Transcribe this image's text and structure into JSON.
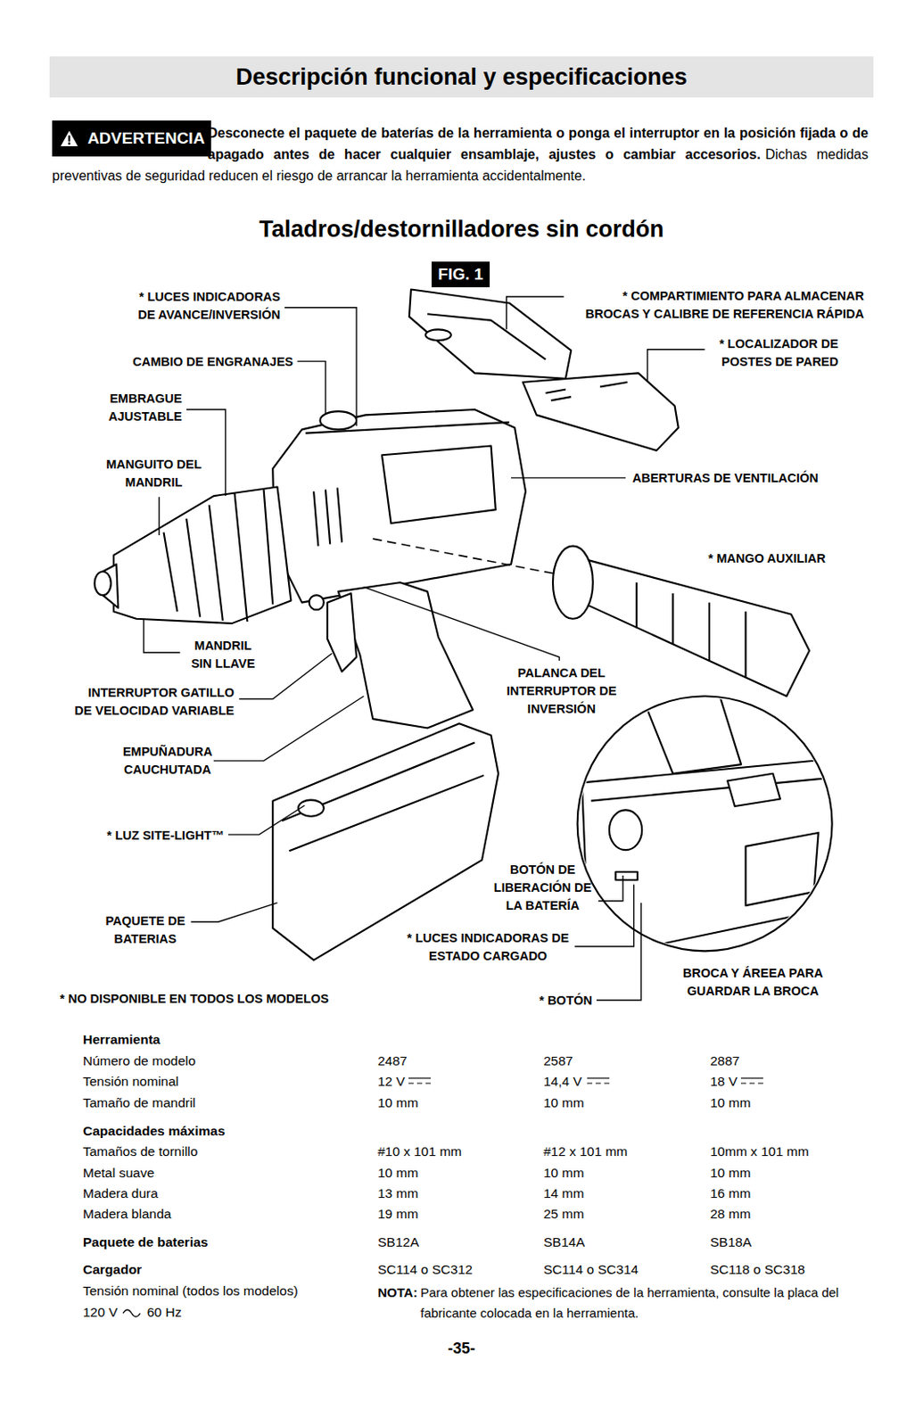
{
  "diagram": {
    "title": "Descripción funcional y especificaciones",
    "nodes": [
      {
        "text": [
          "ADVERTENCIA"
        ]
      },
      {
        "text": [
          "FIG. 1"
        ]
      }
    ],
    "labels": [
      "Desconecte el paquete de baterías de la herramienta o ponga el interruptor en la posición fijada o de apagado antes de hacer cualquier ensamblaje, ajustes o cambiar accesorios.",
      "Dichas medidas preventivas de seguridad reducen el riesgo de arrancar la herramienta accidentalmente.",
      "Taladros/destornilladores sin cordón",
      "* LUCES INDICADORAS DE AVANCE/INVERSIÓN",
      "CAMBIO DE ENGRANAJES",
      "EMBRAGUE AJUSTABLE",
      "MANGUITO DEL MANDRIL",
      "MANDRIL SIN LLAVE",
      "INTERRUPTOR GATILLO DE VELOCIDAD VARIABLE",
      "EMPUÑADURA CAUCHUTADA",
      "* LUZ SITE-LIGHT™",
      "PAQUETE DE BATERIAS",
      "* NO DISPONIBLE EN TODOS LOS MODELOS",
      "* COMPARTIMIENTO PARA ALMACENAR BROCAS Y CALIBRE DE REFERENCIA RÁPIDA",
      "* LOCALIZADOR DE POSTES DE PARED",
      "ABERTURAS DE VENTILACIÓN",
      "* MANGO AUXILIAR",
      "PALANCA DEL INTERRUPTOR DE INVERSIÓN",
      "BOTÓN DE LIBERACIÓN DE LA BATERÍA",
      "* LUCES INDICADORAS DE ESTADO CARGADO",
      "* BOTÓN",
      "BROCA Y ÁREEA PARA GUARDAR LA BROCA",
      "Herramienta",
      "Número de modelo",
      "2487",
      "2587",
      "2887",
      "Tensión nominal",
      "12 V",
      "14,4 V",
      "18 V",
      "Tamaño de mandril",
      "10 mm",
      "10 mm",
      "10 mm",
      "Capacidades máximas",
      "Tamaños de tornillo",
      "#10 x 101 mm",
      "#12 x 101 mm",
      "10mm x 101 mm",
      "Metal suave",
      "10 mm",
      "10 mm",
      "10 mm",
      "Madera dura",
      "13 mm",
      "14 mm",
      "16 mm",
      "Madera blanda",
      "19 mm",
      "25 mm",
      "28 mm",
      "Paquete de baterias",
      "SB12A",
      "SB14A",
      "SB18A",
      "Cargador",
      "SC114 o SC312",
      "SC114 o SC314",
      "SC118 o SC318",
      "Tensión nominal (todos los modelos)",
      "120 V",
      "60 Hz",
      "NOTA:",
      "Para obtener las especificaciones de la herramienta, consulte la placa del fabricante colocada en la herramienta.",
      "-35-"
    ]
  }
}
